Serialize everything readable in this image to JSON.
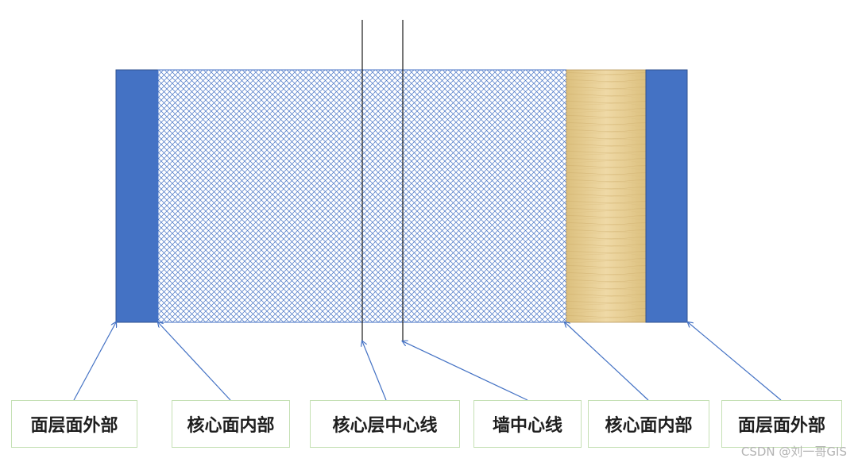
{
  "labels": [
    "面层面外部",
    "核心面内部",
    "核心层中心线",
    "墙中心线",
    "核心面内部",
    "面层面外部"
  ],
  "watermark": "CSDN @刘一哥GIS",
  "colors": {
    "finish_layer": "#4472c4",
    "core_hatch": "#4472c4",
    "wood_layer": "#e8cf98",
    "arrow": "#4472c4",
    "label_border": "#c5e0b4"
  }
}
